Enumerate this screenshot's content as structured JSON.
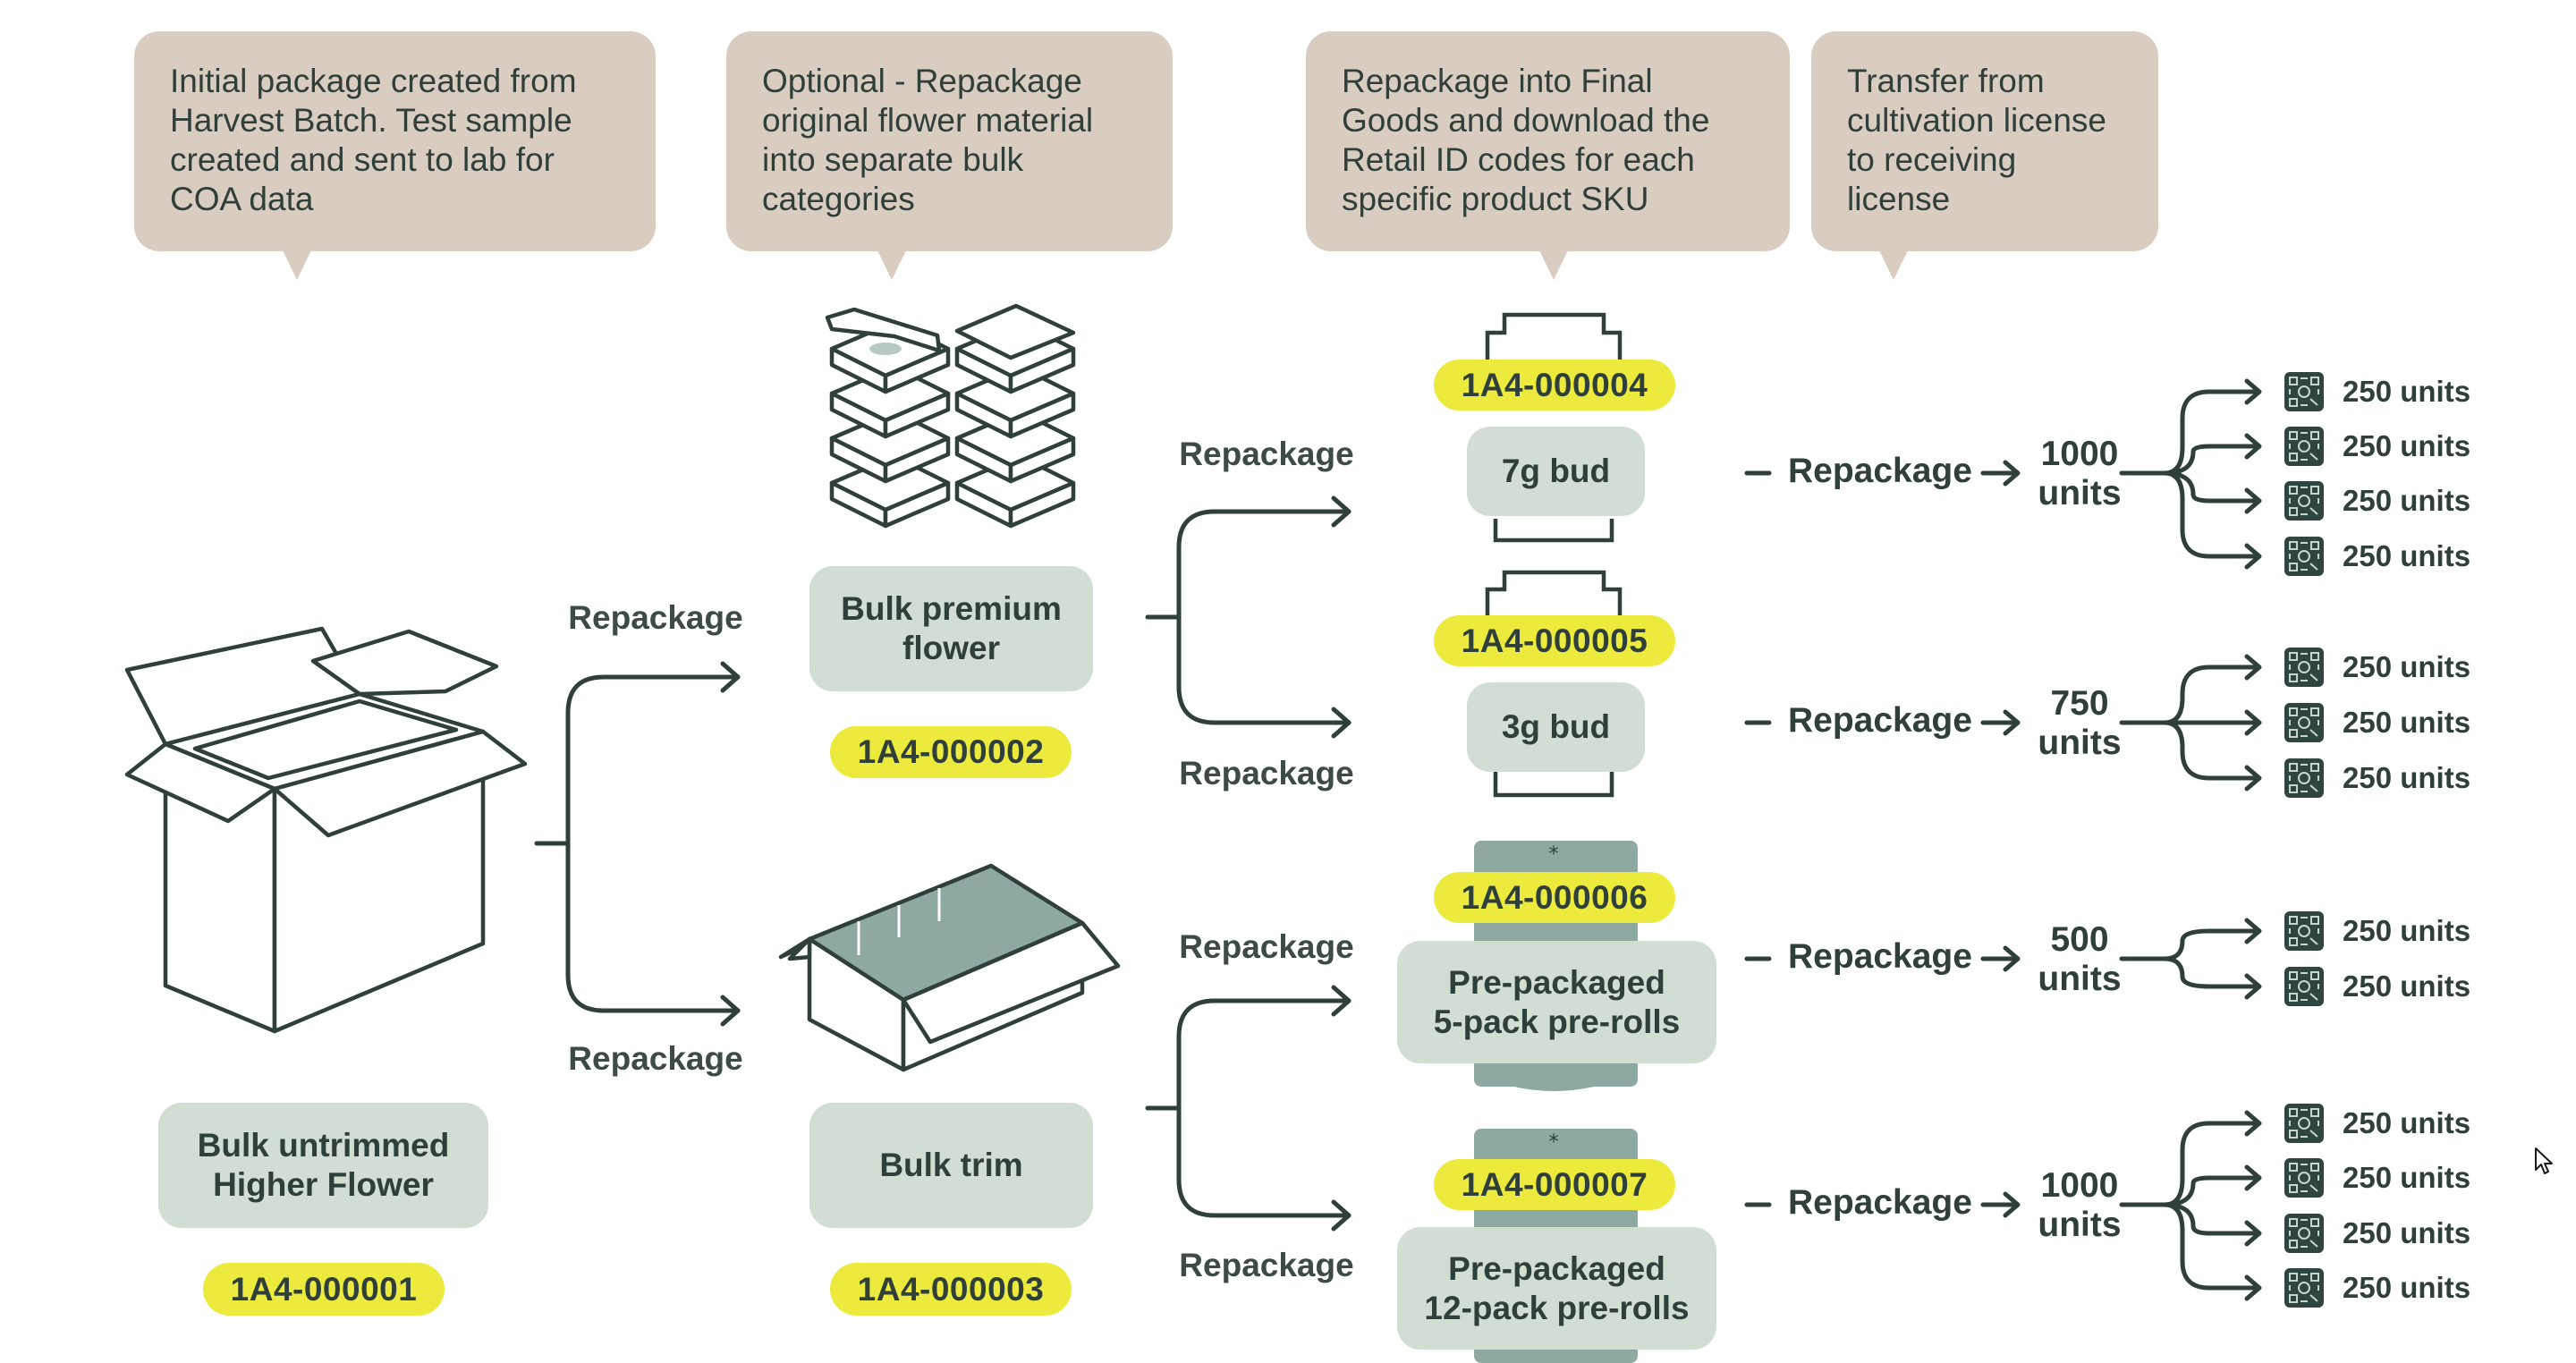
{
  "colors": {
    "callout_bg": "#d9cdc1",
    "label_bg": "#d2ddd3",
    "pill_bg": "#ecea3c",
    "ink": "#2f3f3a",
    "package_teal": "#8ea9a2"
  },
  "callouts": [
    {
      "text": "Initial package created from Harvest Batch. Test sample created and sent to lab for COA data"
    },
    {
      "text": "Optional - Repackage original flower material into separate bulk categories"
    },
    {
      "text": "Repackage into Final Goods and download the Retail ID codes for each specific product SKU"
    },
    {
      "text": "Transfer from cultivation license to receiving license"
    }
  ],
  "stage1": {
    "icon": "open-cardboard-box-icon",
    "label": "Bulk untrimmed Higher Flower",
    "label_lines": [
      "Bulk untrimmed",
      "Higher Flower"
    ],
    "package_id": "1A4-000001"
  },
  "stage1_branches": {
    "top_label": "Repackage",
    "bottom_label": "Repackage"
  },
  "stage2": [
    {
      "icon": "stacked-boxes-icon",
      "label_lines": [
        "Bulk premium",
        "flower"
      ],
      "package_id": "1A4-000002",
      "branches": {
        "top_label": "Repackage",
        "bottom_label": "Repackage"
      }
    },
    {
      "icon": "open-trim-box-icon",
      "label_lines": [
        "Bulk trim"
      ],
      "package_id": "1A4-000003",
      "branches": {
        "top_label": "Repackage",
        "bottom_label": "Repackage"
      }
    }
  ],
  "products": [
    {
      "package_id": "1A4-000004",
      "label_lines": [
        "7g bud"
      ],
      "icon": "jar-outline-icon",
      "action": "Repackage",
      "total_lines": [
        "1000",
        "units"
      ],
      "units": [
        "250 units",
        "250 units",
        "250 units",
        "250 units"
      ]
    },
    {
      "package_id": "1A4-000005",
      "label_lines": [
        "3g bud"
      ],
      "icon": "jar-outline-icon",
      "action": "Repackage",
      "total_lines": [
        "750",
        "units"
      ],
      "units": [
        "250 units",
        "250 units",
        "250 units"
      ]
    },
    {
      "package_id": "1A4-000006",
      "label_lines": [
        "Pre-packaged",
        "5-pack pre-rolls"
      ],
      "icon": "preroll-tube-icon",
      "action": "Repackage",
      "total_lines": [
        "500",
        "units"
      ],
      "units": [
        "250 units",
        "250 units"
      ]
    },
    {
      "package_id": "1A4-000007",
      "label_lines": [
        "Pre-packaged",
        "12-pack pre-rolls"
      ],
      "icon": "preroll-tube-icon",
      "action": "Repackage",
      "total_lines": [
        "1000",
        "units"
      ],
      "units": [
        "250 units",
        "250 units",
        "250 units",
        "250 units"
      ]
    }
  ],
  "unit_icon": "qr-code-icon"
}
